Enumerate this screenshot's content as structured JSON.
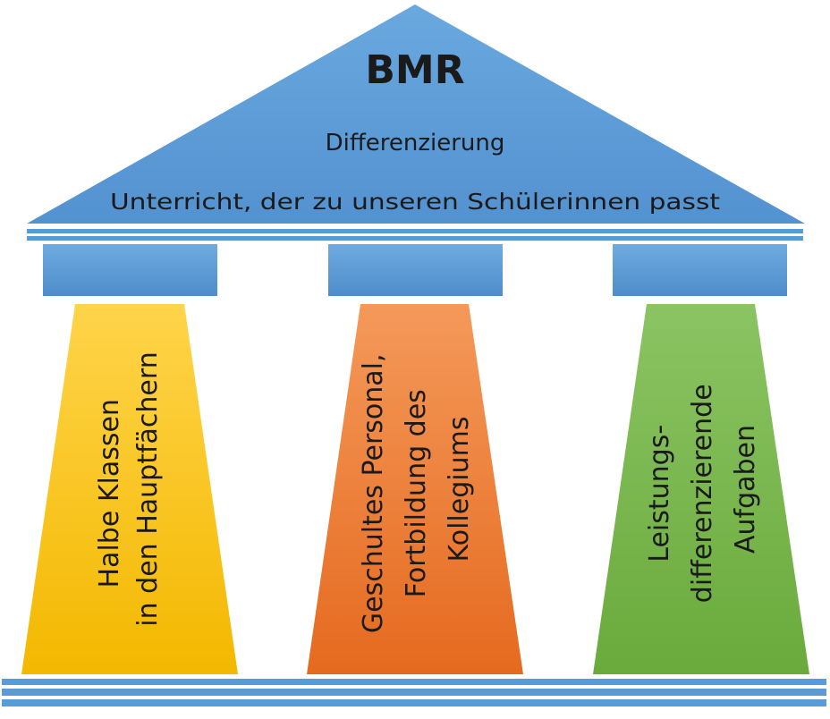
{
  "roof": {
    "title": "BMR",
    "subtitle": "Differenzierung",
    "tagline": "Unterricht, der zu unseren Schülerinnen passt"
  },
  "pillars": [
    {
      "lines": [
        "Halbe Klassen",
        "in den Hauptfächern"
      ],
      "color_top": "#FFD44A",
      "color_bottom": "#F3B800"
    },
    {
      "lines": [
        "Geschultes Personal,",
        "Fortbildung des",
        "Kollegiums"
      ],
      "color_top": "#F4995A",
      "color_bottom": "#E56A1F"
    },
    {
      "lines": [
        "Leistungs-",
        "differenzierende",
        "Aufgaben"
      ],
      "color_top": "#8BC463",
      "color_bottom": "#6AAA3C"
    }
  ],
  "colors": {
    "roof": "#5B9BD5",
    "roof_dark": "#4A88C6",
    "text": "#1A1A1A"
  }
}
